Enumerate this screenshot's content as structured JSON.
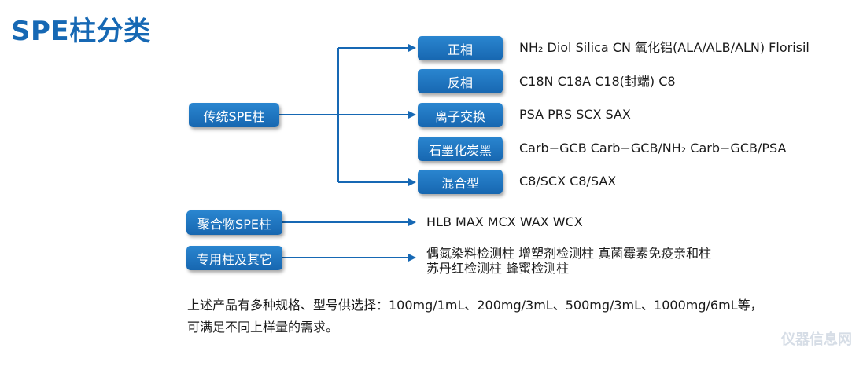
{
  "title": "SPE柱分类",
  "traditional": {
    "label": "传统SPE柱",
    "children": [
      {
        "label": "正相",
        "desc": "NH₂ Diol Silica CN 氧化铝(ALA/ALB/ALN) Florisil"
      },
      {
        "label": "反相",
        "desc": "C18N C18A C18(封端) C8"
      },
      {
        "label": "离子交换",
        "desc": "PSA PRS SCX SAX"
      },
      {
        "label": "石墨化炭黑",
        "desc": "Carb−GCB Carb−GCB/NH₂ Carb−GCB/PSA"
      },
      {
        "label": "混合型",
        "desc": "C8/SCX C8/SAX"
      }
    ]
  },
  "polymer": {
    "label": "聚合物SPE柱",
    "desc": "HLB MAX MCX WAX WCX"
  },
  "special": {
    "label": "专用柱及其它",
    "desc_line1": "偶氮染料检测柱 增塑剂检测柱 真菌霉素免疫亲和柱",
    "desc_line2": "苏丹红检测柱 蜂蜜检测柱"
  },
  "note": {
    "line1": "上述产品有多种规格、型号供选择：100mg/1mL、200mg/3mL、500mg/3mL、1000mg/6mL等，",
    "line2": "可满足不同上样量的需求。"
  },
  "watermark": "仪器信息网",
  "colors": {
    "accent": "#1668b4",
    "box": "#1e74c0"
  }
}
